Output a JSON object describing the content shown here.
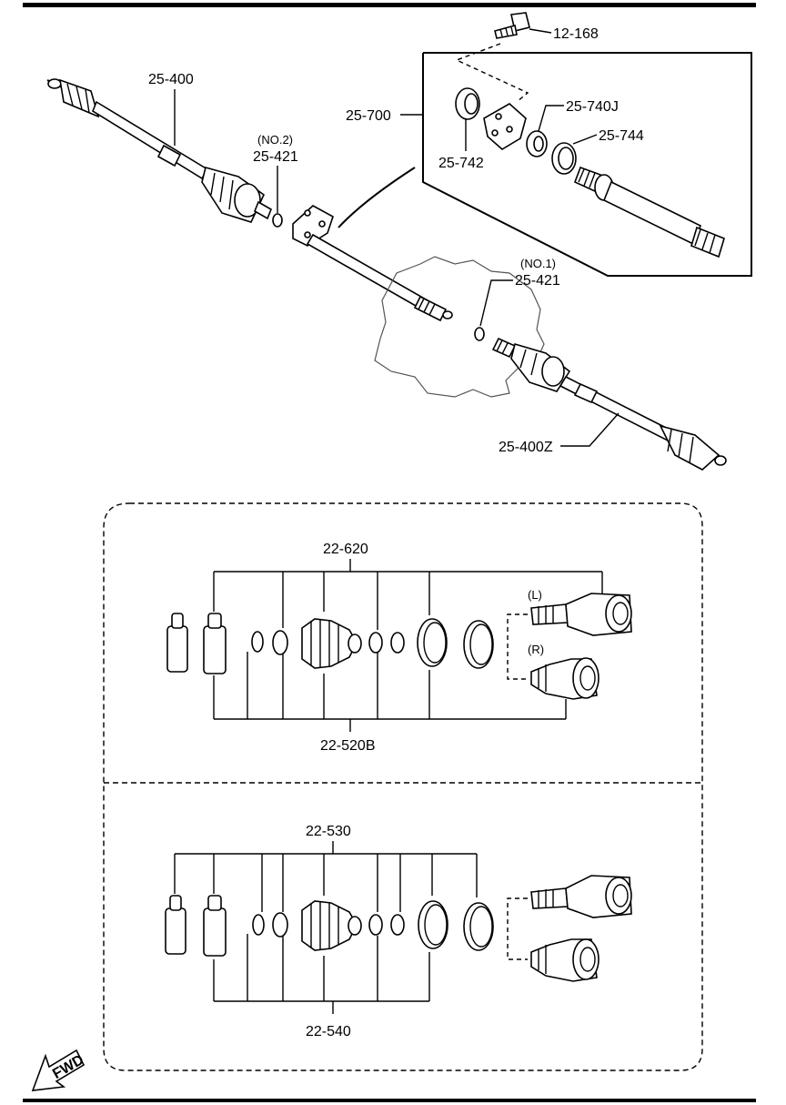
{
  "callouts": {
    "bolt": "12-168",
    "shaft_left": "25-400",
    "bearing_assembly": "25-700",
    "bearing": "25-740J",
    "snap_ring": "25-744",
    "seal": "25-742",
    "clip_no2_tag": "(NO.2)",
    "clip_no2": "25-421",
    "clip_no1_tag": "(NO.1)",
    "clip_no1": "25-421",
    "shaft_right": "25-400Z"
  },
  "kit_upper": {
    "top_label": "22-620",
    "bottom_label": "22-520B",
    "left_tag": "(L)",
    "right_tag": "(R)"
  },
  "kit_lower": {
    "top_label": "22-530",
    "bottom_label": "22-540"
  },
  "fwd_arrow": "FWD",
  "icons": {
    "direction": "fwd-arrow-icon"
  },
  "colors": {
    "line": "#000000",
    "background": "#ffffff"
  }
}
